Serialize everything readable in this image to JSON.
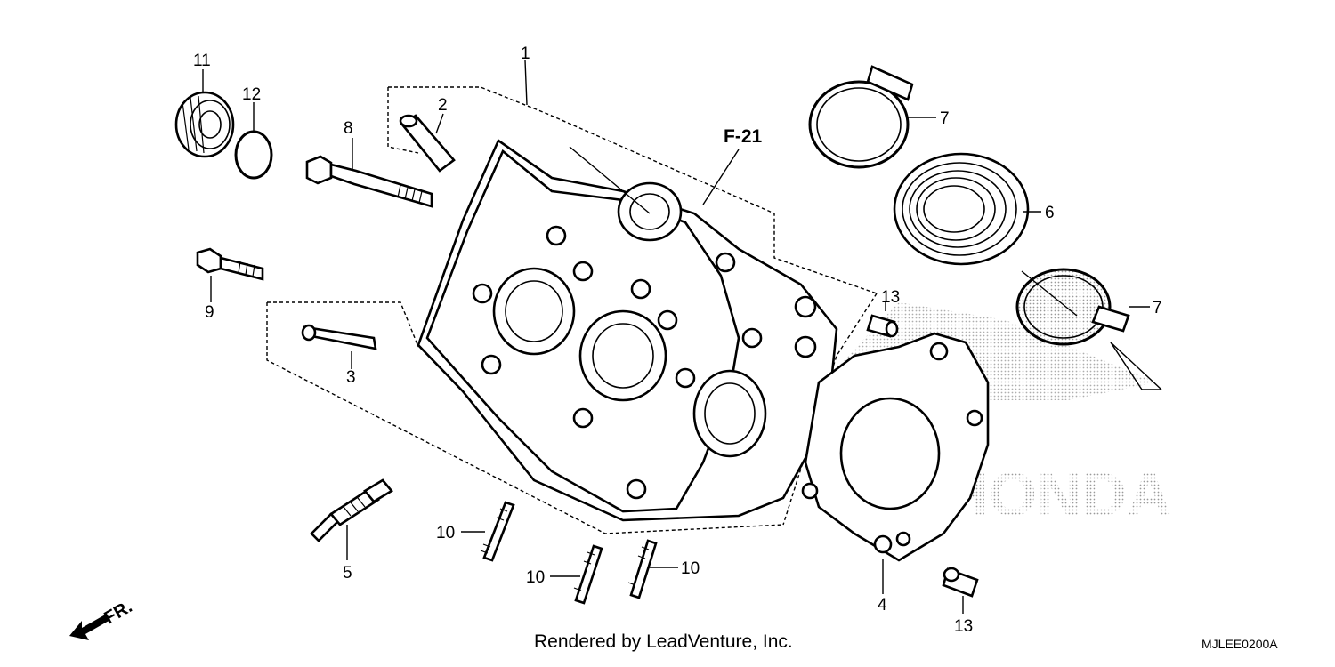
{
  "callouts": {
    "c1": "1",
    "c2": "2",
    "c3": "3",
    "c4": "4",
    "c5": "5",
    "c6": "6",
    "c7a": "7",
    "c7b": "7",
    "c8": "8",
    "c9": "9",
    "c10a": "10",
    "c10b": "10",
    "c10c": "10",
    "c11": "11",
    "c12": "12",
    "c13a": "13",
    "c13b": "13"
  },
  "reference": "F-21",
  "front_marker": "FR.",
  "watermark": "HONDA",
  "credit": "Rendered by LeadVenture, Inc.",
  "diagram_code": "MJLEE0200A"
}
